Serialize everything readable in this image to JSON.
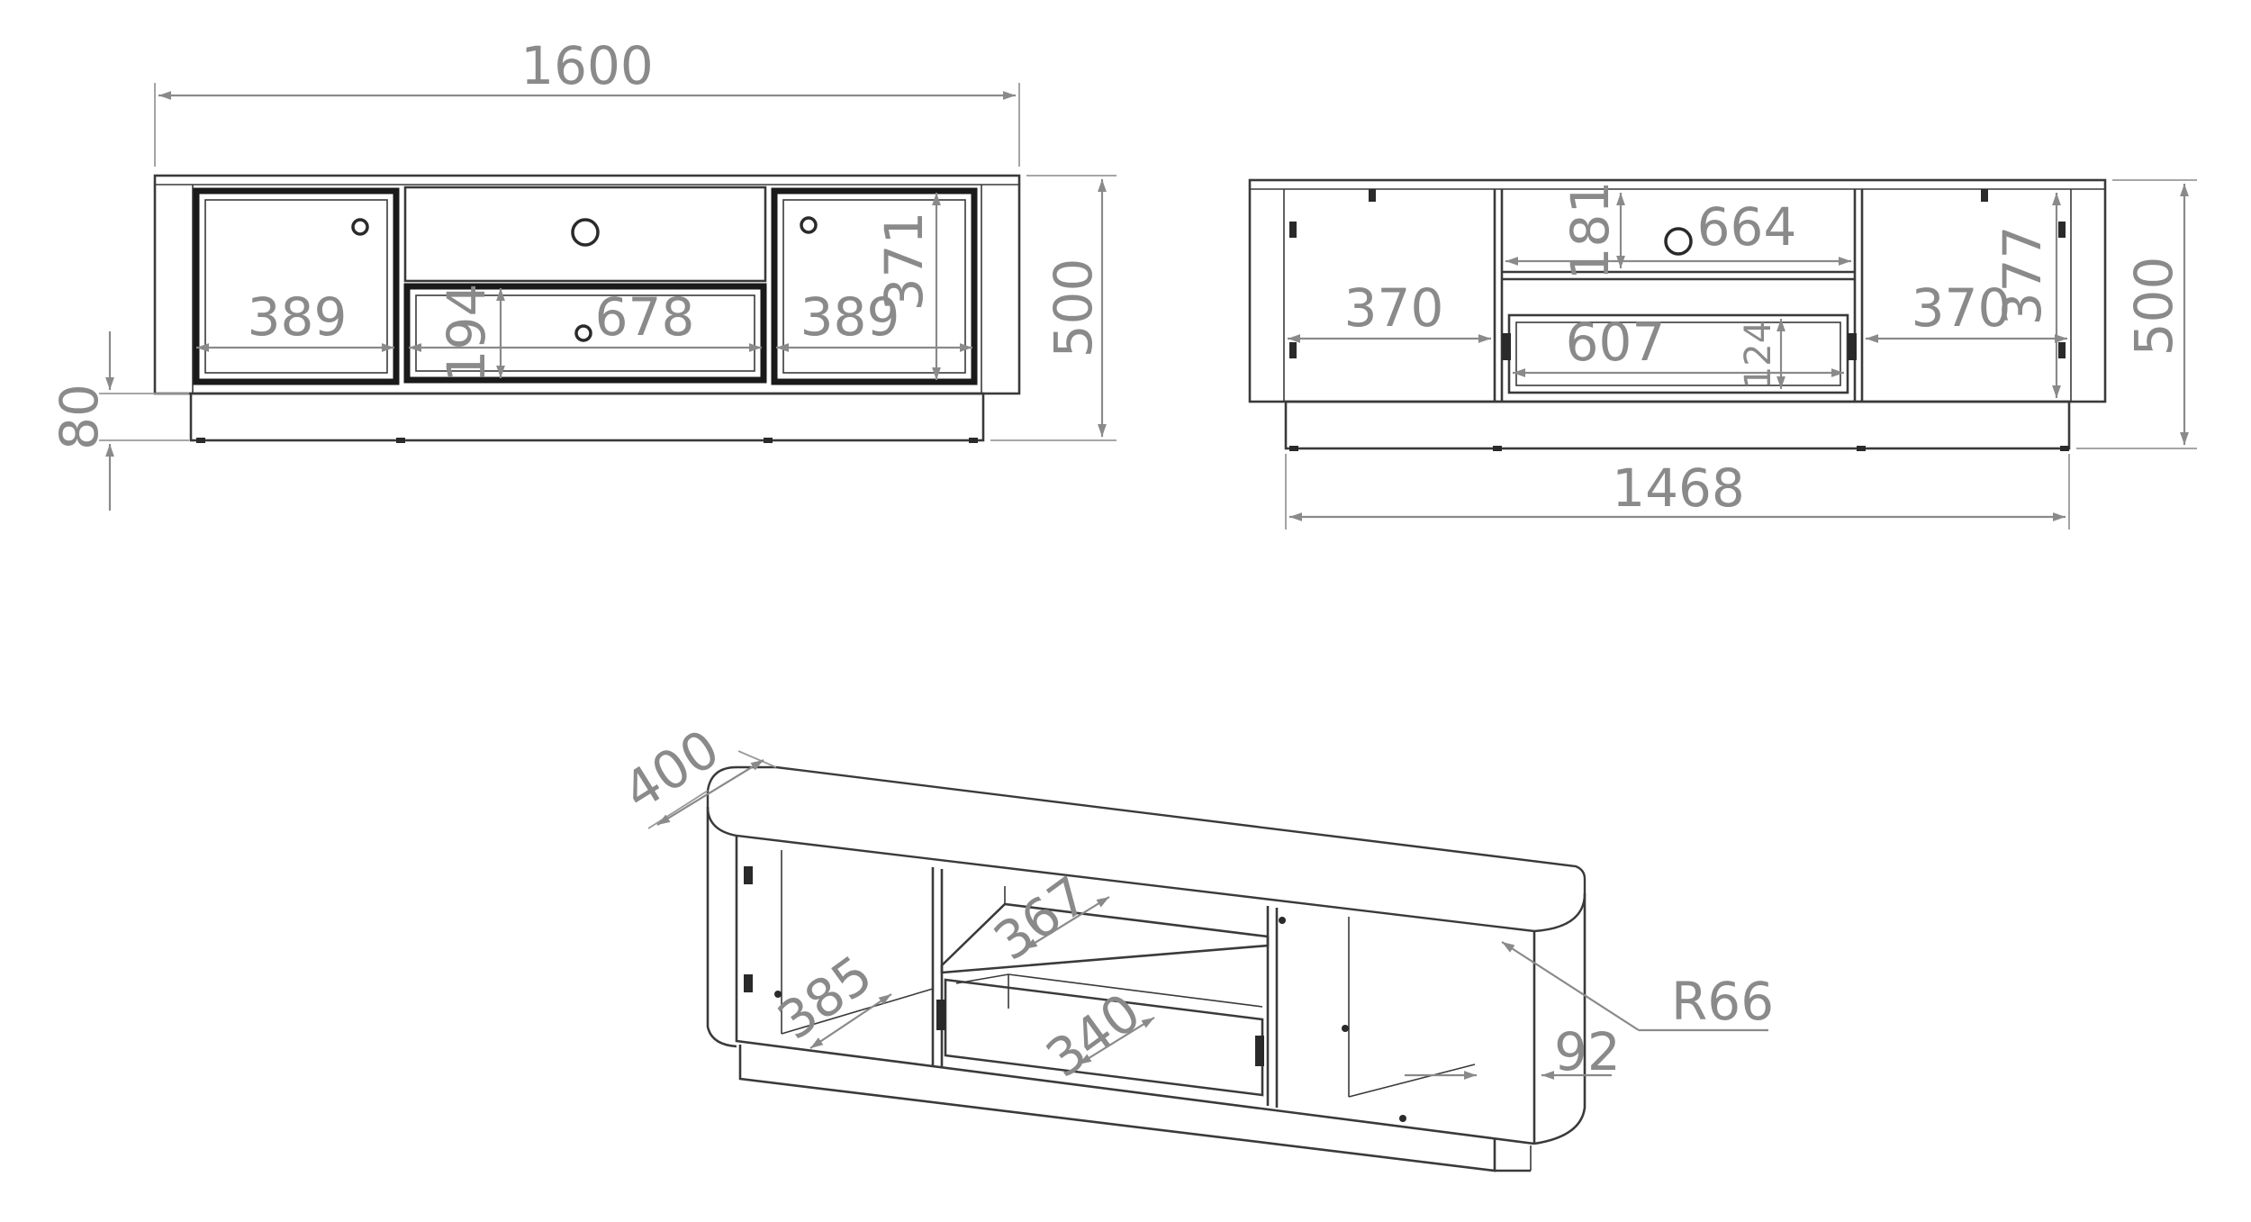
{
  "front_view": {
    "width_label": "1600",
    "height_label": "500",
    "plinth_label": "80",
    "left_door_width": "389",
    "right_door_width": "389",
    "drawer_height": "194",
    "drawer_width": "678",
    "door_height": "371"
  },
  "open_view": {
    "height_label": "500",
    "base_width_label": "1468",
    "left_compartment_width": "370",
    "right_compartment_width": "370",
    "shelf_width": "664",
    "shelf_height": "181",
    "drawer_inner_width": "607",
    "drawer_inner_height": "124",
    "compartment_height": "377"
  },
  "perspective_view": {
    "depth_label": "400",
    "side_depth_label": "385",
    "shelf_depth_label": "367",
    "drawer_depth_label": "340",
    "radius_label": "R66",
    "setback_label": "92"
  }
}
